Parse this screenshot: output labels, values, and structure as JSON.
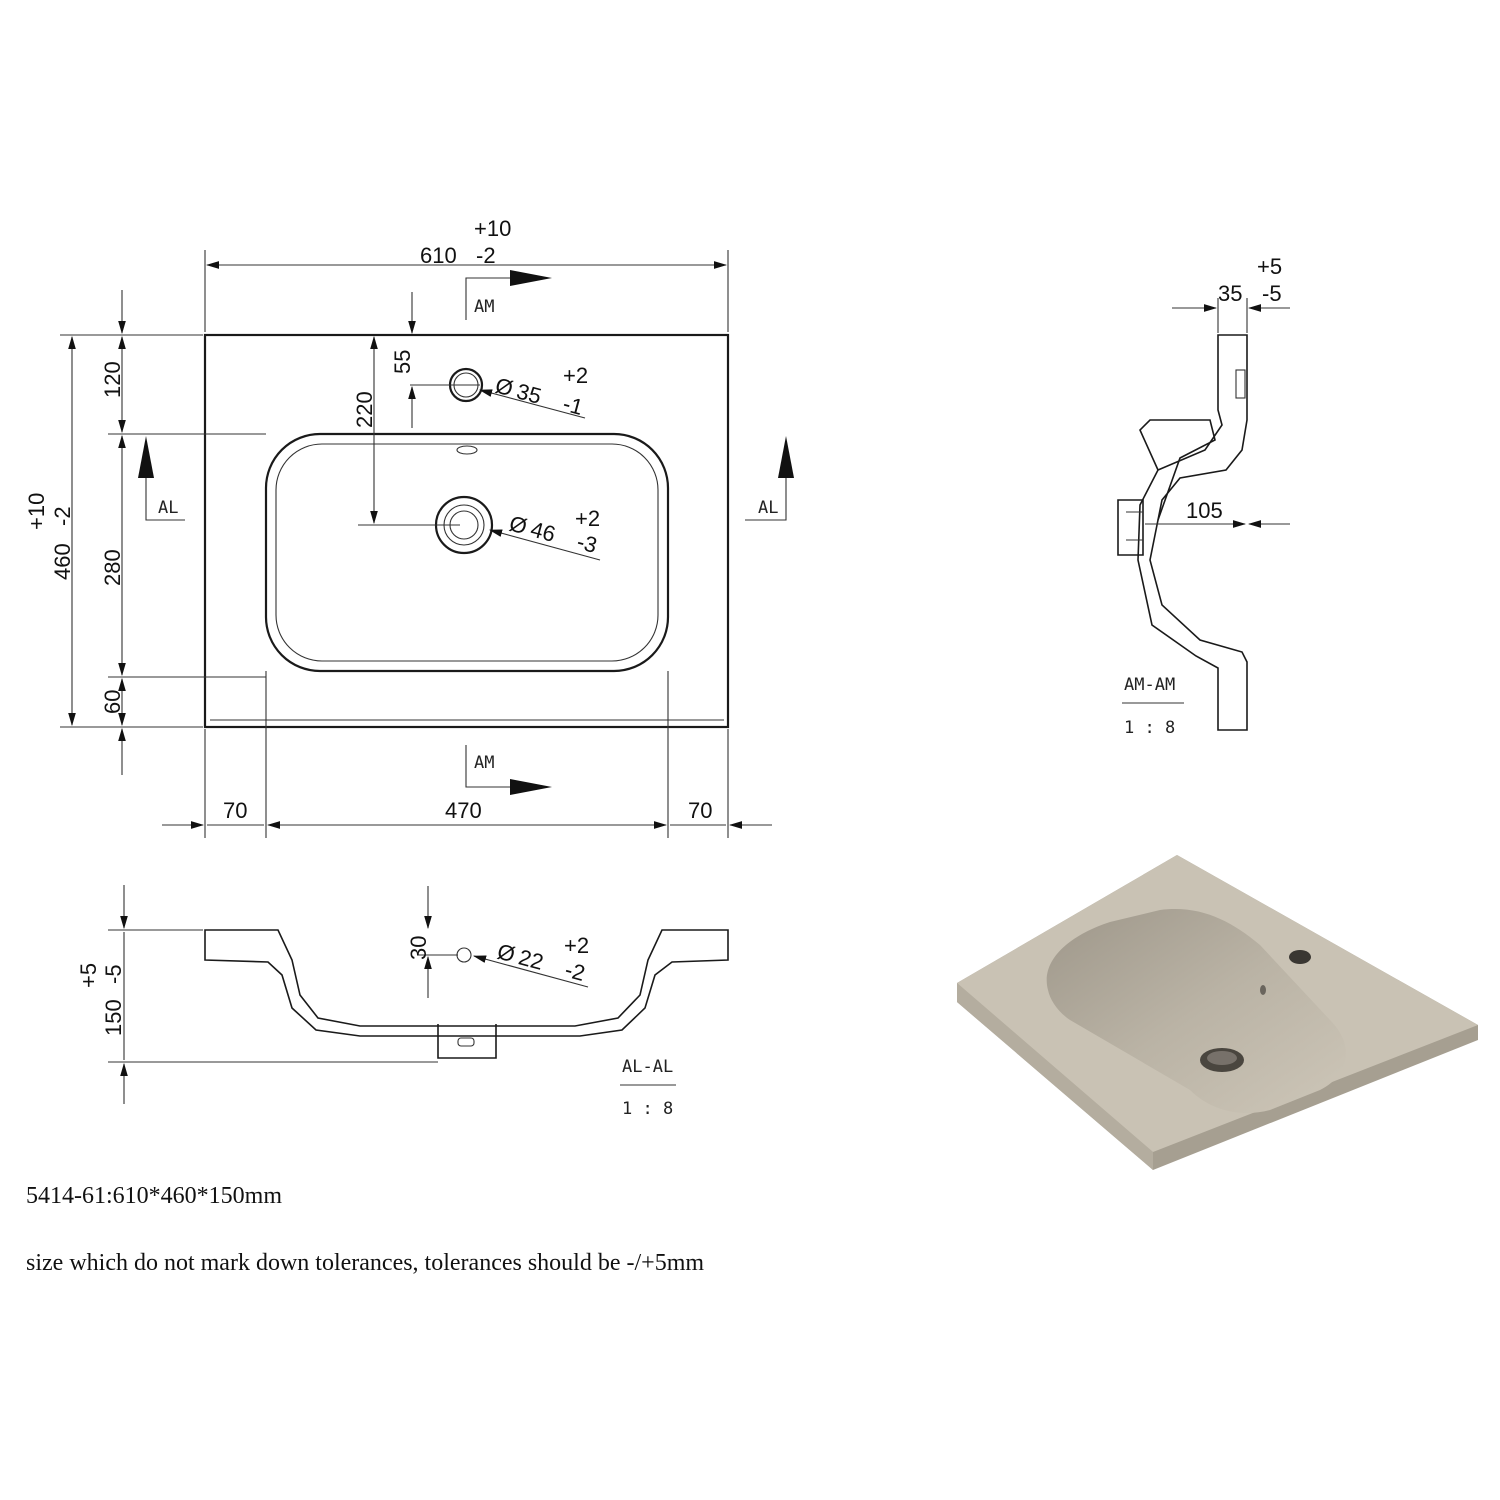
{
  "plan_view": {
    "overall_width": "610",
    "overall_width_tol_plus": "+10",
    "overall_width_tol_minus": "-2",
    "overall_depth": "460",
    "overall_depth_tol_plus": "+10",
    "overall_depth_tol_minus": "-2",
    "rear_margin": "120",
    "bowl_depth": "280",
    "front_margin": "60",
    "tap_hole_offset": "55",
    "drain_offset": "220",
    "tap_hole_diameter": "35",
    "tap_hole_tol_plus": "+2",
    "tap_hole_tol_minus": "-1",
    "drain_diameter": "46",
    "drain_tol_plus": "+2",
    "drain_tol_minus": "-3",
    "left_margin": "70",
    "bowl_width": "470",
    "right_margin": "70",
    "section_am_label": "AM",
    "section_al_label": "AL",
    "diameter_symbol": "Ø"
  },
  "section_am": {
    "rim_thickness": "35",
    "rim_tol_plus": "+5",
    "rim_tol_minus": "-5",
    "overflow_depth": "105",
    "title": "AM-AM",
    "scale": "1 : 8"
  },
  "section_al": {
    "height": "150",
    "height_tol_plus": "+5",
    "height_tol_minus": "-5",
    "overflow_offset": "30",
    "overflow_diameter": "22",
    "overflow_tol_plus": "+2",
    "overflow_tol_minus": "-2",
    "title": "AL-AL",
    "scale": "1 : 8"
  },
  "colors": {
    "line": "#1a1a1a",
    "ceramic": "#c9c2b4",
    "ceramic_dark": "#a69f91"
  },
  "notes": {
    "model": "5414-61:610*460*150mm",
    "tolerance": "size which do not mark down tolerances, tolerances should be -/+5mm"
  }
}
